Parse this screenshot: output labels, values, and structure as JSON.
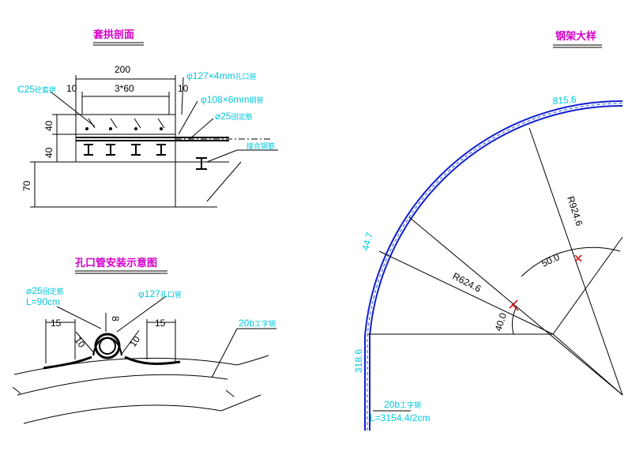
{
  "titles": {
    "guide_section": "套拱剖面",
    "orifice_pipe": "孔口管安装示意图",
    "arch_sample": "钢架大样"
  },
  "guide_section": {
    "dim_total": "200",
    "dim_left": "10",
    "dim_middle": "3*60",
    "dim_right": "10",
    "dim_h1": "40",
    "dim_h2": "40",
    "dim_h3": "70",
    "concrete": "C25",
    "concrete_suffix": "砼套拱",
    "pipe_127": "φ127×4mm",
    "pipe_127_suffix": "孔口管",
    "pipe_108": "φ108×6mm",
    "pipe_108_suffix": "钢管",
    "bar_25": "⌀25",
    "bar_25_suffix": "固定筋",
    "joint": "接合钢筋"
  },
  "orifice_pipe": {
    "bar_label": "⌀25",
    "bar_suffix": "固定筋",
    "bar_length": "L=90cm",
    "pipe_label": "φ127",
    "pipe_suffix": "孔口管",
    "dim_left": "15",
    "dim_right": "15",
    "dim_top": "8",
    "dim_diag_left": "10",
    "dim_diag_right": "10",
    "steel_label": "20b",
    "steel_suffix": "工字钢"
  },
  "arch_sample": {
    "dim_top": "815.6",
    "dim_radius_outer": "R924.6",
    "dim_angle_50": "50.0",
    "dim_side": "44.7",
    "dim_radius_inner": "R624.6",
    "dim_angle_40": "40.0",
    "dim_left": "318.6",
    "steel_label": "20b",
    "steel_suffix": "工字钢",
    "steel_length": "L=3154.4/2cm"
  }
}
